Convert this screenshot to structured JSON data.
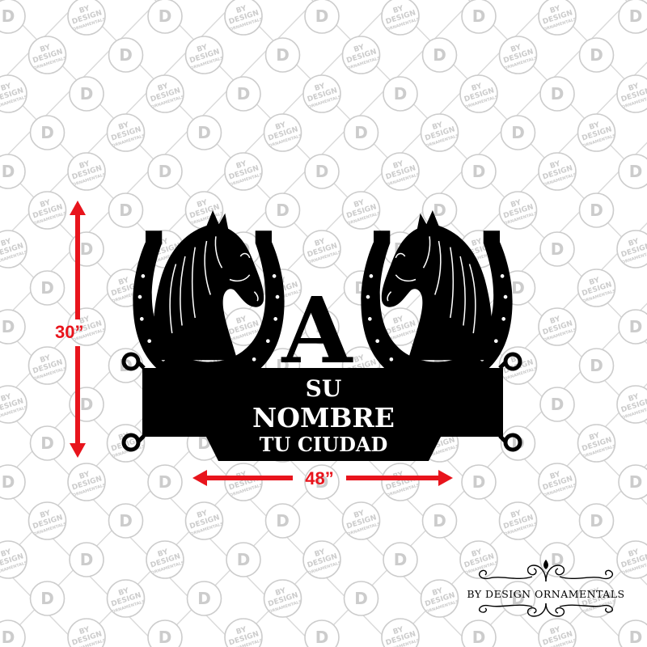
{
  "background": {
    "color": "#ffffff",
    "grid_color": "#d8d8d8"
  },
  "watermark": {
    "line1": "BY",
    "line2": "DESIGN",
    "line3": "ORNAMENTALS",
    "logo_mark": "D",
    "color": "#cccccc"
  },
  "sign": {
    "monogram": "A",
    "line1": "SU",
    "line2": "NOMBRE",
    "line3": "TU CIUDAD",
    "metal_color": "#000000",
    "text_color": "#ffffff",
    "left_icon": "horseshoe-with-horse-head-icon",
    "right_icon": "horseshoe-with-horse-head-icon"
  },
  "dimensions": {
    "height_label": "30”",
    "width_label": "48”",
    "color": "#e8141c"
  },
  "brand": {
    "name": "BY DESIGN ORNAMENTALS",
    "ornament_icon": "flourish-ornament-icon"
  }
}
